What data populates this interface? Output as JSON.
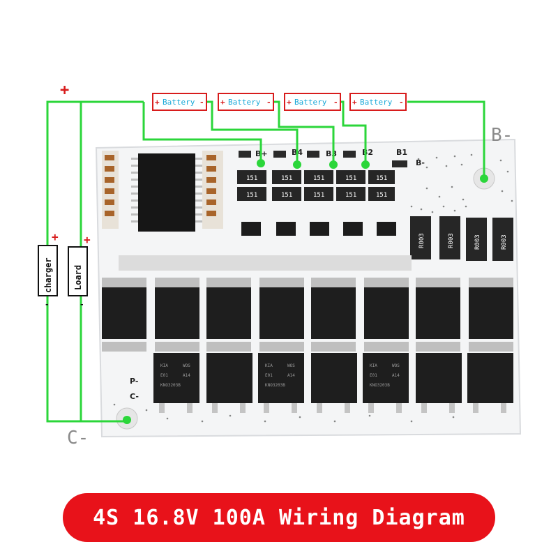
{
  "title": "4S 16.8V 100A Wiring Diagram",
  "colors": {
    "wire": "#2bd63a",
    "box_border": "#d81c1c",
    "battery_text": "#18a9d8",
    "banner": "#e8121a"
  },
  "top_plus": "+",
  "batteries": [
    {
      "plus": "+",
      "label": "Battery",
      "minus": "-"
    },
    {
      "plus": "+",
      "label": "Battery",
      "minus": "-"
    },
    {
      "plus": "+",
      "label": "Battery",
      "minus": "-"
    },
    {
      "plus": "+",
      "label": "Battery",
      "minus": "-"
    }
  ],
  "side_boxes": [
    {
      "label": "charger",
      "plus": "+",
      "minus": "-"
    },
    {
      "label": "Loard",
      "plus": "+",
      "minus": "-"
    }
  ],
  "board_pads": [
    "B+",
    "B4",
    "B3",
    "B2",
    "B1",
    "B-"
  ],
  "board_side_pads": [
    "P-",
    "C-"
  ],
  "terminals": {
    "b_minus": "B-",
    "c_minus": "C-"
  },
  "resistors": [
    "R003",
    "R003",
    "R003",
    "R003"
  ],
  "fuse_code": "151",
  "mosfet_marks": [
    "KIA",
    "WOS",
    "E01",
    "A14",
    "KNO3203B"
  ]
}
